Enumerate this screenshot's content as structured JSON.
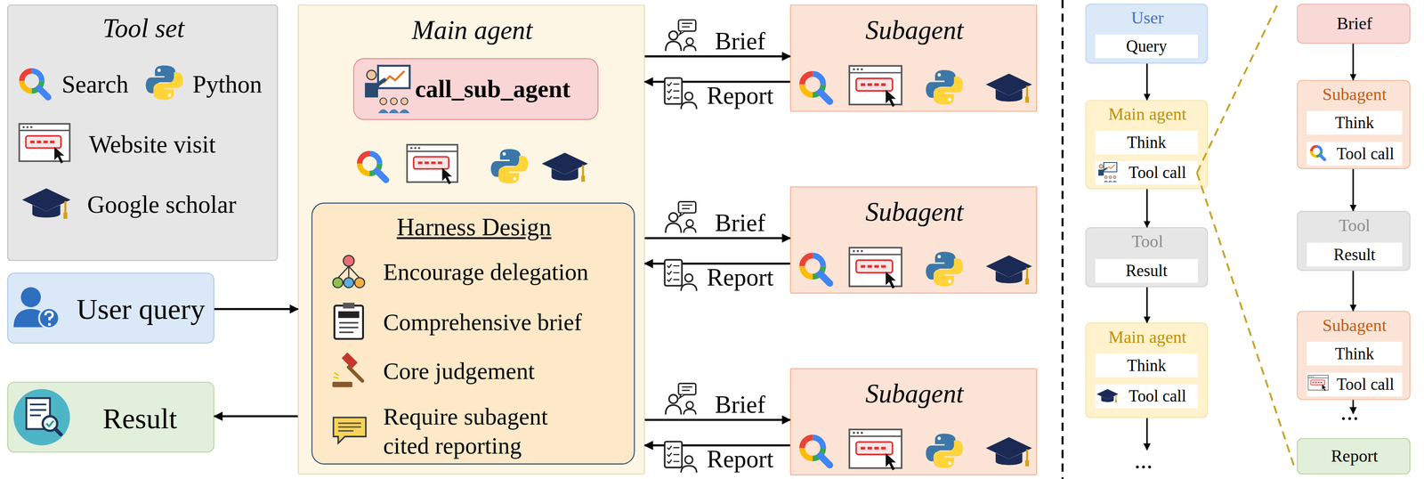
{
  "diagram": {
    "nodes": [
      {
        "text": [
          "Tool set"
        ]
      },
      {
        "text": [
          "User query"
        ]
      },
      {
        "text": [
          "Result"
        ]
      },
      {
        "text": [
          "Main agent"
        ]
      },
      {
        "text": [
          "call_sub_agent"
        ],
        "in": 3
      },
      {
        "text": [
          "Harness Design",
          "Encourage delegation",
          "Comprehensive brief",
          "Core judgement",
          "Require subagent cited reporting"
        ],
        "in": 3
      },
      {
        "text": [
          "Subagent"
        ]
      },
      {
        "text": [
          "Subagent"
        ]
      },
      {
        "text": [
          "Subagent"
        ]
      },
      {
        "text": [
          "User",
          "Query"
        ]
      },
      {
        "text": [
          "Main agent",
          "Think",
          "Tool call"
        ]
      },
      {
        "text": [
          "Tool",
          "Result"
        ]
      },
      {
        "text": [
          "Main agent",
          "Think",
          "Tool call"
        ]
      },
      {
        "text": [
          "Brief"
        ]
      },
      {
        "text": [
          "Subagent",
          "Think",
          "Tool call"
        ]
      },
      {
        "text": [
          "Tool",
          "Result"
        ]
      },
      {
        "text": [
          "Subagent",
          "Think",
          "Tool call"
        ]
      },
      {
        "text": [
          "Report"
        ]
      }
    ],
    "edges": [
      {
        "from": 1,
        "to": 3,
        "arrow": "to"
      },
      {
        "from": 3,
        "to": 2,
        "arrow": "to"
      },
      {
        "from": 3,
        "to": 6,
        "label": "Brief",
        "arrow": "to"
      },
      {
        "from": 6,
        "to": 3,
        "label": "Report",
        "arrow": "to"
      },
      {
        "from": 3,
        "to": 7,
        "label": "Brief",
        "arrow": "to"
      },
      {
        "from": 7,
        "to": 3,
        "label": "Report",
        "arrow": "to"
      },
      {
        "from": 3,
        "to": 8,
        "label": "Brief",
        "arrow": "to"
      },
      {
        "from": 8,
        "to": 3,
        "label": "Report",
        "arrow": "to"
      },
      {
        "from": 9,
        "to": 10,
        "arrow": "to"
      },
      {
        "from": 10,
        "to": 11,
        "arrow": "to"
      },
      {
        "from": 11,
        "to": 12,
        "arrow": "to"
      },
      {
        "from": 13,
        "to": 14,
        "arrow": "to"
      },
      {
        "from": 14,
        "to": 15,
        "arrow": "to"
      },
      {
        "from": 15,
        "to": 16,
        "arrow": "to"
      }
    ],
    "labels": [
      "Search",
      "Python",
      "Website visit",
      "Google scholar",
      "...",
      "..."
    ]
  }
}
